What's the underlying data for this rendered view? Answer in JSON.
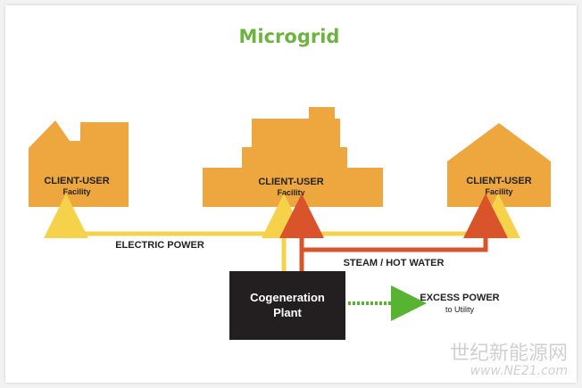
{
  "title": "Microgrid",
  "colors": {
    "title_green": "#6cb33f",
    "building_orange": "#eda73e",
    "electric_yellow": "#f5d24a",
    "steam_red": "#d9532b",
    "plant_black": "#231f20",
    "excess_green": "#56b431",
    "label_dark": "#222222"
  },
  "facilities": [
    {
      "title": "CLIENT-USER",
      "subtitle": "Facility"
    },
    {
      "title": "CLIENT-USER",
      "subtitle": "Facility"
    },
    {
      "title": "CLIENT-USER",
      "subtitle": "Facility"
    }
  ],
  "flows": {
    "electric": "ELECTRIC POWER",
    "steam": "STEAM / HOT WATER",
    "excess_title": "EXCESS POWER",
    "excess_sub": "to Utility"
  },
  "plant": {
    "line1": "Cogeneration",
    "line2": "Plant"
  },
  "watermark": {
    "line1": "世纪新能源网",
    "line2": "www.NE21.com"
  }
}
